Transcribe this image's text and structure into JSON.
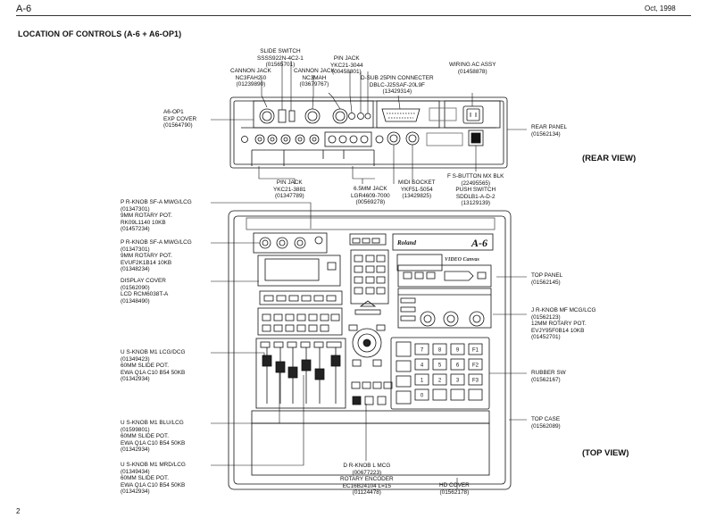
{
  "header": {
    "left": "A-6",
    "right": "Oct, 1998"
  },
  "title": "LOCATION OF CONTROLS (A-6 + A6-OP1)",
  "page_number": "2",
  "views": {
    "rear": "(REAR VIEW)",
    "top": "(TOP VIEW)"
  },
  "panel_text": {
    "brand": "Roland",
    "model": "A-6",
    "logo": "VIDEO Canvas"
  },
  "rear_labels": {
    "slide_switch": [
      "SLIDE SWITCH",
      "SSSS922N-4C2-1",
      "(01565701)"
    ],
    "cannon_jack_1": [
      "CANNON JACK",
      "NC3FAH2-0",
      "(01239890)"
    ],
    "cannon_jack_2": [
      "CANNON JACK",
      "NC3MAH",
      "(03679767)"
    ],
    "pin_jack_top": [
      "PIN JACK",
      "YKC21-3044",
      "(00458801)"
    ],
    "dsub": [
      "D-SUB 25PIN CONNECTER",
      "DBLC-J25SAF-20L9F",
      "(13429314)"
    ],
    "wiring": [
      "WIRING AC ASSY",
      "(01458878)"
    ],
    "a6op1": [
      "A6-OP1",
      "EXP COVER",
      "(01564790)"
    ],
    "rear_panel": [
      "REAR PANEL",
      "(01562134)"
    ],
    "pin_jack_bottom": [
      "PIN JACK",
      "YKC21-3881",
      "(01347789)"
    ],
    "mm_jack": [
      "6.5MM JACK",
      "LGR4609-7000",
      "(00569278)"
    ],
    "midi": [
      "MIDI SOCKET",
      "YKF51-5054",
      "(13429825)"
    ],
    "fs_button": [
      "F S-BUTTON MX BLK",
      "(22495565)",
      "PUSH SWITCH",
      "SDDLB1-A-D-2",
      "(13129139)"
    ]
  },
  "top_labels": {
    "p_knob_1": [
      "P R-KNOB SF-A MWG/LCG",
      "(01347301)",
      "9MM ROTARY POT.",
      "RK09L1140 10KB",
      "(01457234)"
    ],
    "p_knob_2": [
      "P R-KNOB SF-A MWG/LCG",
      "(01347301)",
      "9MM ROTARY POT.",
      "EVUF2K1B14 10KB",
      "(01348234)"
    ],
    "display_cover": [
      "DISPLAY COVER",
      "(01562090)",
      "LCD RCM6038T-A",
      "(01348490)"
    ],
    "us_knob_1": [
      "U S-KNOB M1 LCG/DCG",
      "(01349423)",
      "60MM SLIDE POT.",
      "EWA Q1A C10 B54 50KB",
      "(01342934)"
    ],
    "us_knob_2": [
      "U S-KNOB M1 BLU/LCG",
      "(01599801)",
      "60MM SLIDE POT.",
      "EWA Q1A C10 B54 50KB",
      "(01342934)"
    ],
    "us_knob_3": [
      "U S-KNOB M1 MRD/LCG",
      "(01349434)",
      "60MM SLIDE POT.",
      "EWA Q1A C10 B54 50KB",
      "(01342934)"
    ],
    "top_panel": [
      "TOP PANEL",
      "(01562145)"
    ],
    "j_knob": [
      "J R-KNOB MF MCG/LCG",
      "(01562123)",
      "12MM ROTARY POT.",
      "EVJY95F0B14 10KB",
      "(01452701)"
    ],
    "rubber_sw": [
      "RUBBER SW",
      "(01562167)"
    ],
    "top_case": [
      "TOP CASE",
      "(01562089)"
    ],
    "d_knob": [
      "D R-KNOB L MCG",
      "(00677223)",
      "ROTARY ENCODER",
      "EC16B24104 L=15",
      "(01124478)"
    ],
    "hd_cover": [
      "HD COVER",
      "(01562178)"
    ]
  },
  "pad_labels": [
    "7",
    "8",
    "9",
    "F1",
    "4",
    "5",
    "6",
    "F2",
    "1",
    "2",
    "3",
    "F3",
    "0",
    "",
    "",
    ""
  ]
}
